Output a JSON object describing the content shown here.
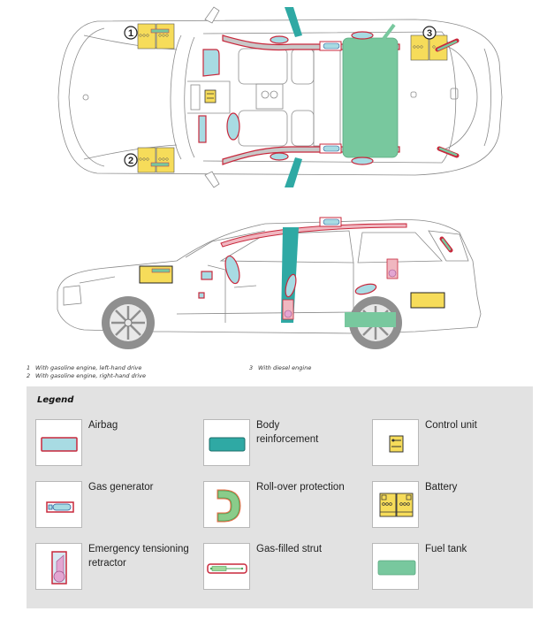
{
  "diagram": {
    "title": "Vehicle rescue sheet – estate/wagon airbag and component locations",
    "views": [
      "top-view",
      "side-view"
    ],
    "markers": [
      {
        "id": "marker-1",
        "label": "1"
      },
      {
        "id": "marker-2",
        "label": "2"
      },
      {
        "id": "marker-3",
        "label": "3"
      }
    ]
  },
  "footnotes": [
    {
      "num": "1",
      "text": "With gasoline engine, left-hand drive"
    },
    {
      "num": "2",
      "text": "With gasoline engine, right-hand drive"
    },
    {
      "num": "3",
      "text": "With diesel engine"
    }
  ],
  "legend": {
    "title": "Legend",
    "items": [
      {
        "name": "airbag",
        "label": "Airbag",
        "icon": "airbag-icon"
      },
      {
        "name": "body-reinforcement",
        "label": "Body reinforcement",
        "icon": "body-reinforcement-icon"
      },
      {
        "name": "control-unit",
        "label": "Control unit",
        "icon": "control-unit-icon"
      },
      {
        "name": "gas-generator",
        "label": "Gas generator",
        "icon": "gas-generator-icon"
      },
      {
        "name": "roll-over-protection",
        "label": "Roll-over protection",
        "icon": "roll-over-protection-icon"
      },
      {
        "name": "battery",
        "label": "Battery",
        "icon": "battery-icon"
      },
      {
        "name": "emergency-tensioning-retractor",
        "label": "Emergency tensioning retractor",
        "icon": "emergency-tensioning-retractor-icon"
      },
      {
        "name": "gas-filled-strut",
        "label": "Gas-filled strut",
        "icon": "gas-filled-strut-icon"
      },
      {
        "name": "fuel-tank",
        "label": "Fuel tank",
        "icon": "fuel-tank-icon"
      }
    ]
  },
  "colors": {
    "airbag_fill": "#a8dbe3",
    "airbag_stroke": "#c8283c",
    "body_reinforcement": "#2fa9a4",
    "battery_fill": "#f6dc5a",
    "fuel_tank": "#78c89e",
    "retractor_fill": "#e3a6d2",
    "legend_bg": "#e2e2e2"
  }
}
